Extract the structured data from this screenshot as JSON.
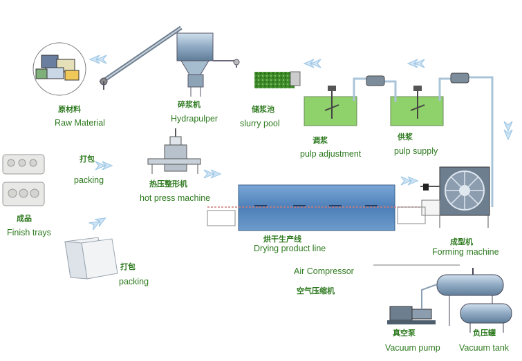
{
  "colors": {
    "label": "#2e7a1f",
    "arrow": "#9fc8e6",
    "pipe": "#a9c4d8",
    "steel": "#8fa9c2",
    "pulp_green": "#8fd16a",
    "dryer_blue": "#5c8fc2"
  },
  "stations": [
    {
      "key": "raw_material",
      "zh": "原材料",
      "en": "Raw Material"
    },
    {
      "key": "hydrapulper",
      "zh": "碎浆机",
      "en": "Hydrapulper"
    },
    {
      "key": "slurry_pool",
      "zh": "储浆池",
      "en": "slurry pool"
    },
    {
      "key": "pulp_adjustment",
      "zh": "调浆",
      "en": "pulp adjustment"
    },
    {
      "key": "pulp_supply",
      "zh": "供浆",
      "en": "pulp supply"
    },
    {
      "key": "forming_machine",
      "zh": "成型机",
      "en": "Forming machine"
    },
    {
      "key": "drying_line",
      "zh": "烘干生产线",
      "en": "Drying product line"
    },
    {
      "key": "hot_press",
      "zh": "热压整形机",
      "en": "hot press machine"
    },
    {
      "key": "packing_top",
      "zh": "打包",
      "en": "packing"
    },
    {
      "key": "finish_trays",
      "zh": "成品",
      "en": "Finish trays"
    },
    {
      "key": "packing_bottom",
      "zh": "打包",
      "en": "packing"
    },
    {
      "key": "air_compressor",
      "zh": "空气压缩机",
      "en": "Air Compressor"
    },
    {
      "key": "vacuum_pump",
      "zh": "真空泵",
      "en": "Vacuum pump"
    },
    {
      "key": "vacuum_tank",
      "zh": "负压罐",
      "en": "Vacuum tank"
    }
  ]
}
